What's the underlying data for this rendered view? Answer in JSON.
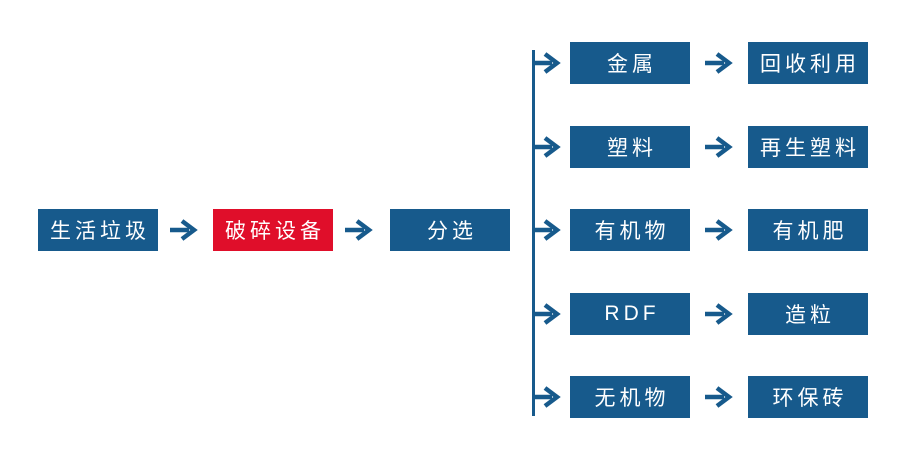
{
  "colors": {
    "node_blue": "#175A8C",
    "node_red": "#E00E2A",
    "connector_blue": "#175A8C",
    "text_white": "#FFFFFF",
    "background": "#FFFFFF"
  },
  "diagram": {
    "type": "flowchart",
    "main_flow": [
      {
        "label": "生活垃圾"
      },
      {
        "label": "破碎设备"
      },
      {
        "label": "分选"
      }
    ],
    "branches": [
      {
        "source": "金属",
        "target": "回收利用"
      },
      {
        "source": "塑料",
        "target": "再生塑料"
      },
      {
        "source": "有机物",
        "target": "有机肥"
      },
      {
        "source": "RDF",
        "target": "造粒"
      },
      {
        "source": "无机物",
        "target": "环保砖"
      }
    ]
  }
}
